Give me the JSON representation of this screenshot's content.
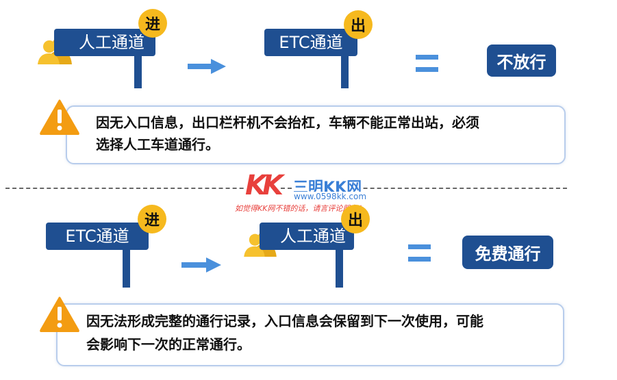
{
  "top": {
    "entry_sign": "人工通道",
    "entry_badge": "进",
    "exit_sign": "ETC通道",
    "exit_badge": "出",
    "result": "不放行",
    "note_line1": "因无入口信息，出口栏杆机不会抬杠，车辆不能正常出站，必须",
    "note_line2": "选择人工车道通行。"
  },
  "bottom": {
    "entry_sign": "ETC通道",
    "entry_badge": "进",
    "exit_sign": "人工通道",
    "exit_badge": "出",
    "result": "免费通行",
    "note_line1": "因无法形成完整的通行记录，入口信息会保留到下一次使用，可能",
    "note_line2": "会影响下一次的正常通行。"
  },
  "watermark": {
    "logo": "KK",
    "site_name": "三明KK网",
    "url": "www.0598kk.com",
    "slogan": "如觉得KK网不错的话，请言评论朋友！"
  },
  "colors": {
    "sign_blue": "#1f4f91",
    "badge_yellow": "#f6b91e",
    "arrow_blue": "#4a90dc",
    "warning_orange": "#f39c12",
    "box_border": "#b8cdec"
  }
}
